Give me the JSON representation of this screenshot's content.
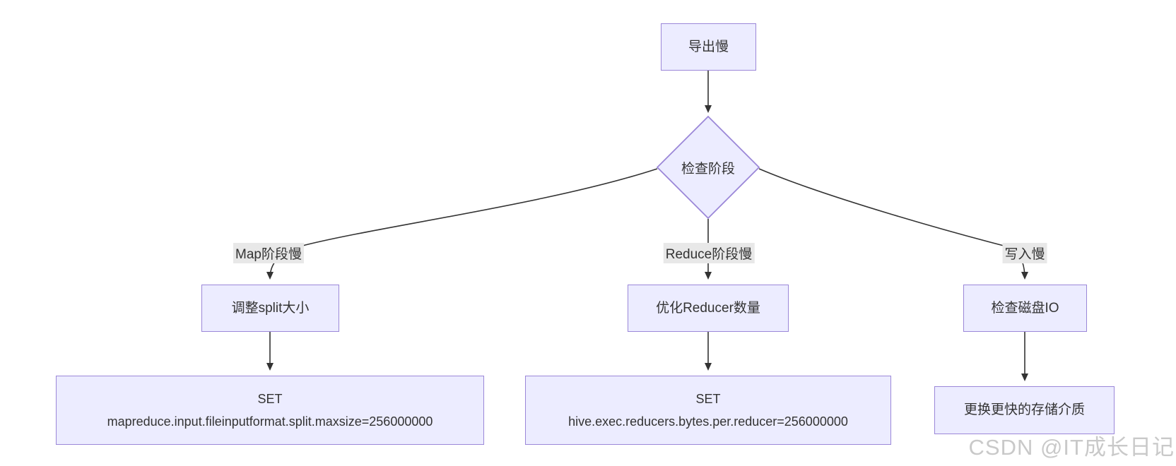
{
  "colors": {
    "node_fill": "#ECECFF",
    "node_border": "#9b87d8",
    "edge_color": "#333333",
    "label_bg": "#e8e8e8",
    "text_color": "#333333",
    "watermark_color": "#c9c9c9"
  },
  "nodes": {
    "export_slow": {
      "label": "导出慢"
    },
    "check_stage": {
      "label": "检查阶段"
    },
    "adjust_split": {
      "label": "调整split大小"
    },
    "optimize_reducer": {
      "label": "优化Reducer数量"
    },
    "check_disk_io": {
      "label": "检查磁盘IO"
    },
    "set_split_maxsize": {
      "line1": "SET",
      "line2": "mapreduce.input.fileinputformat.split.maxsize=256000000"
    },
    "set_reducer_bytes": {
      "line1": "SET",
      "line2": "hive.exec.reducers.bytes.per.reducer=256000000"
    },
    "change_storage": {
      "label": "更换更快的存储介质"
    }
  },
  "edges": {
    "map_slow_label": "Map阶段慢",
    "reduce_slow_label": "Reduce阶段慢",
    "write_slow_label": "写入慢"
  },
  "watermark": "CSDN @IT成长日记"
}
